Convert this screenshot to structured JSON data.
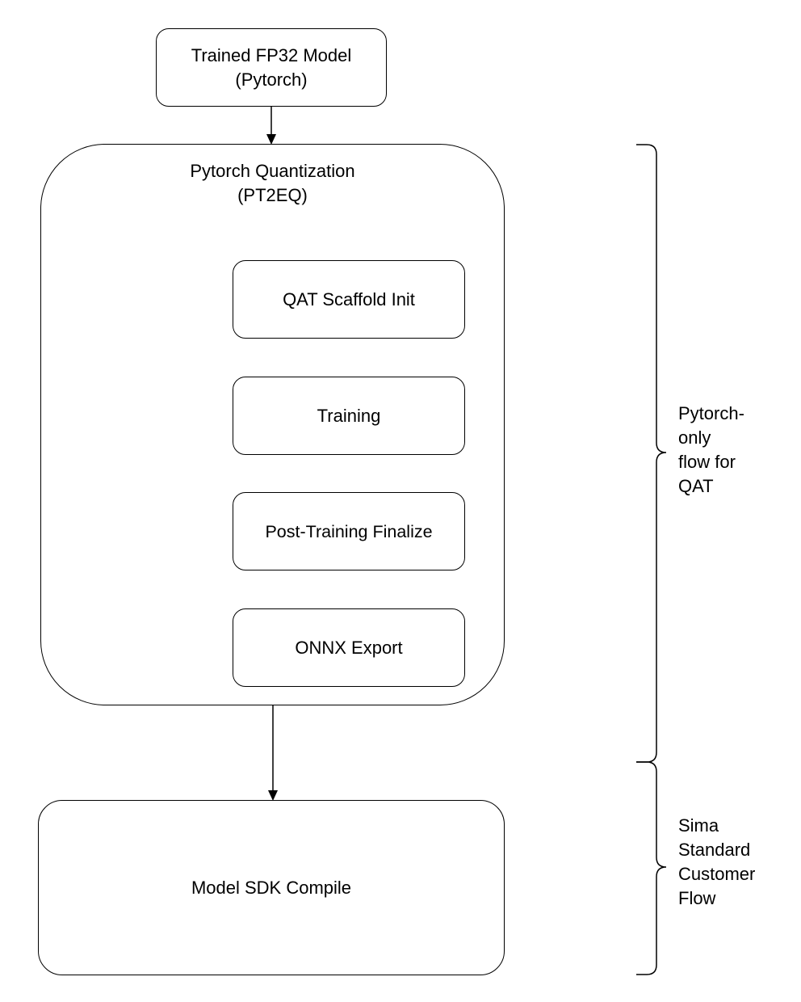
{
  "diagram": {
    "nodes": {
      "trained_model": {
        "line1": "Trained FP32 Model",
        "line2": "(Pytorch)"
      },
      "quantization_group": {
        "line1": "Pytorch Quantization",
        "line2": "(PT2EQ)"
      },
      "qat_scaffold_init": {
        "label": "QAT Scaffold Init"
      },
      "training": {
        "label": "Training"
      },
      "post_training_finalize": {
        "label": "Post-Training Finalize"
      },
      "onnx_export": {
        "label": "ONNX Export"
      },
      "model_sdk_compile": {
        "label": "Model SDK Compile"
      }
    },
    "edges": [
      {
        "from": "trained_model",
        "to": "quantization_group"
      },
      {
        "from": "quantization_group",
        "to": "model_sdk_compile"
      }
    ],
    "braces": [
      {
        "spans": [
          "quantization_group"
        ],
        "lines": [
          "Pytorch-",
          "only",
          "flow for",
          "QAT"
        ]
      },
      {
        "spans": [
          "model_sdk_compile"
        ],
        "lines": [
          "Sima",
          "Standard",
          "Customer",
          "Flow"
        ]
      }
    ],
    "colors": {
      "stroke": "#000000",
      "fill": "#ffffff",
      "text": "#000000"
    }
  }
}
